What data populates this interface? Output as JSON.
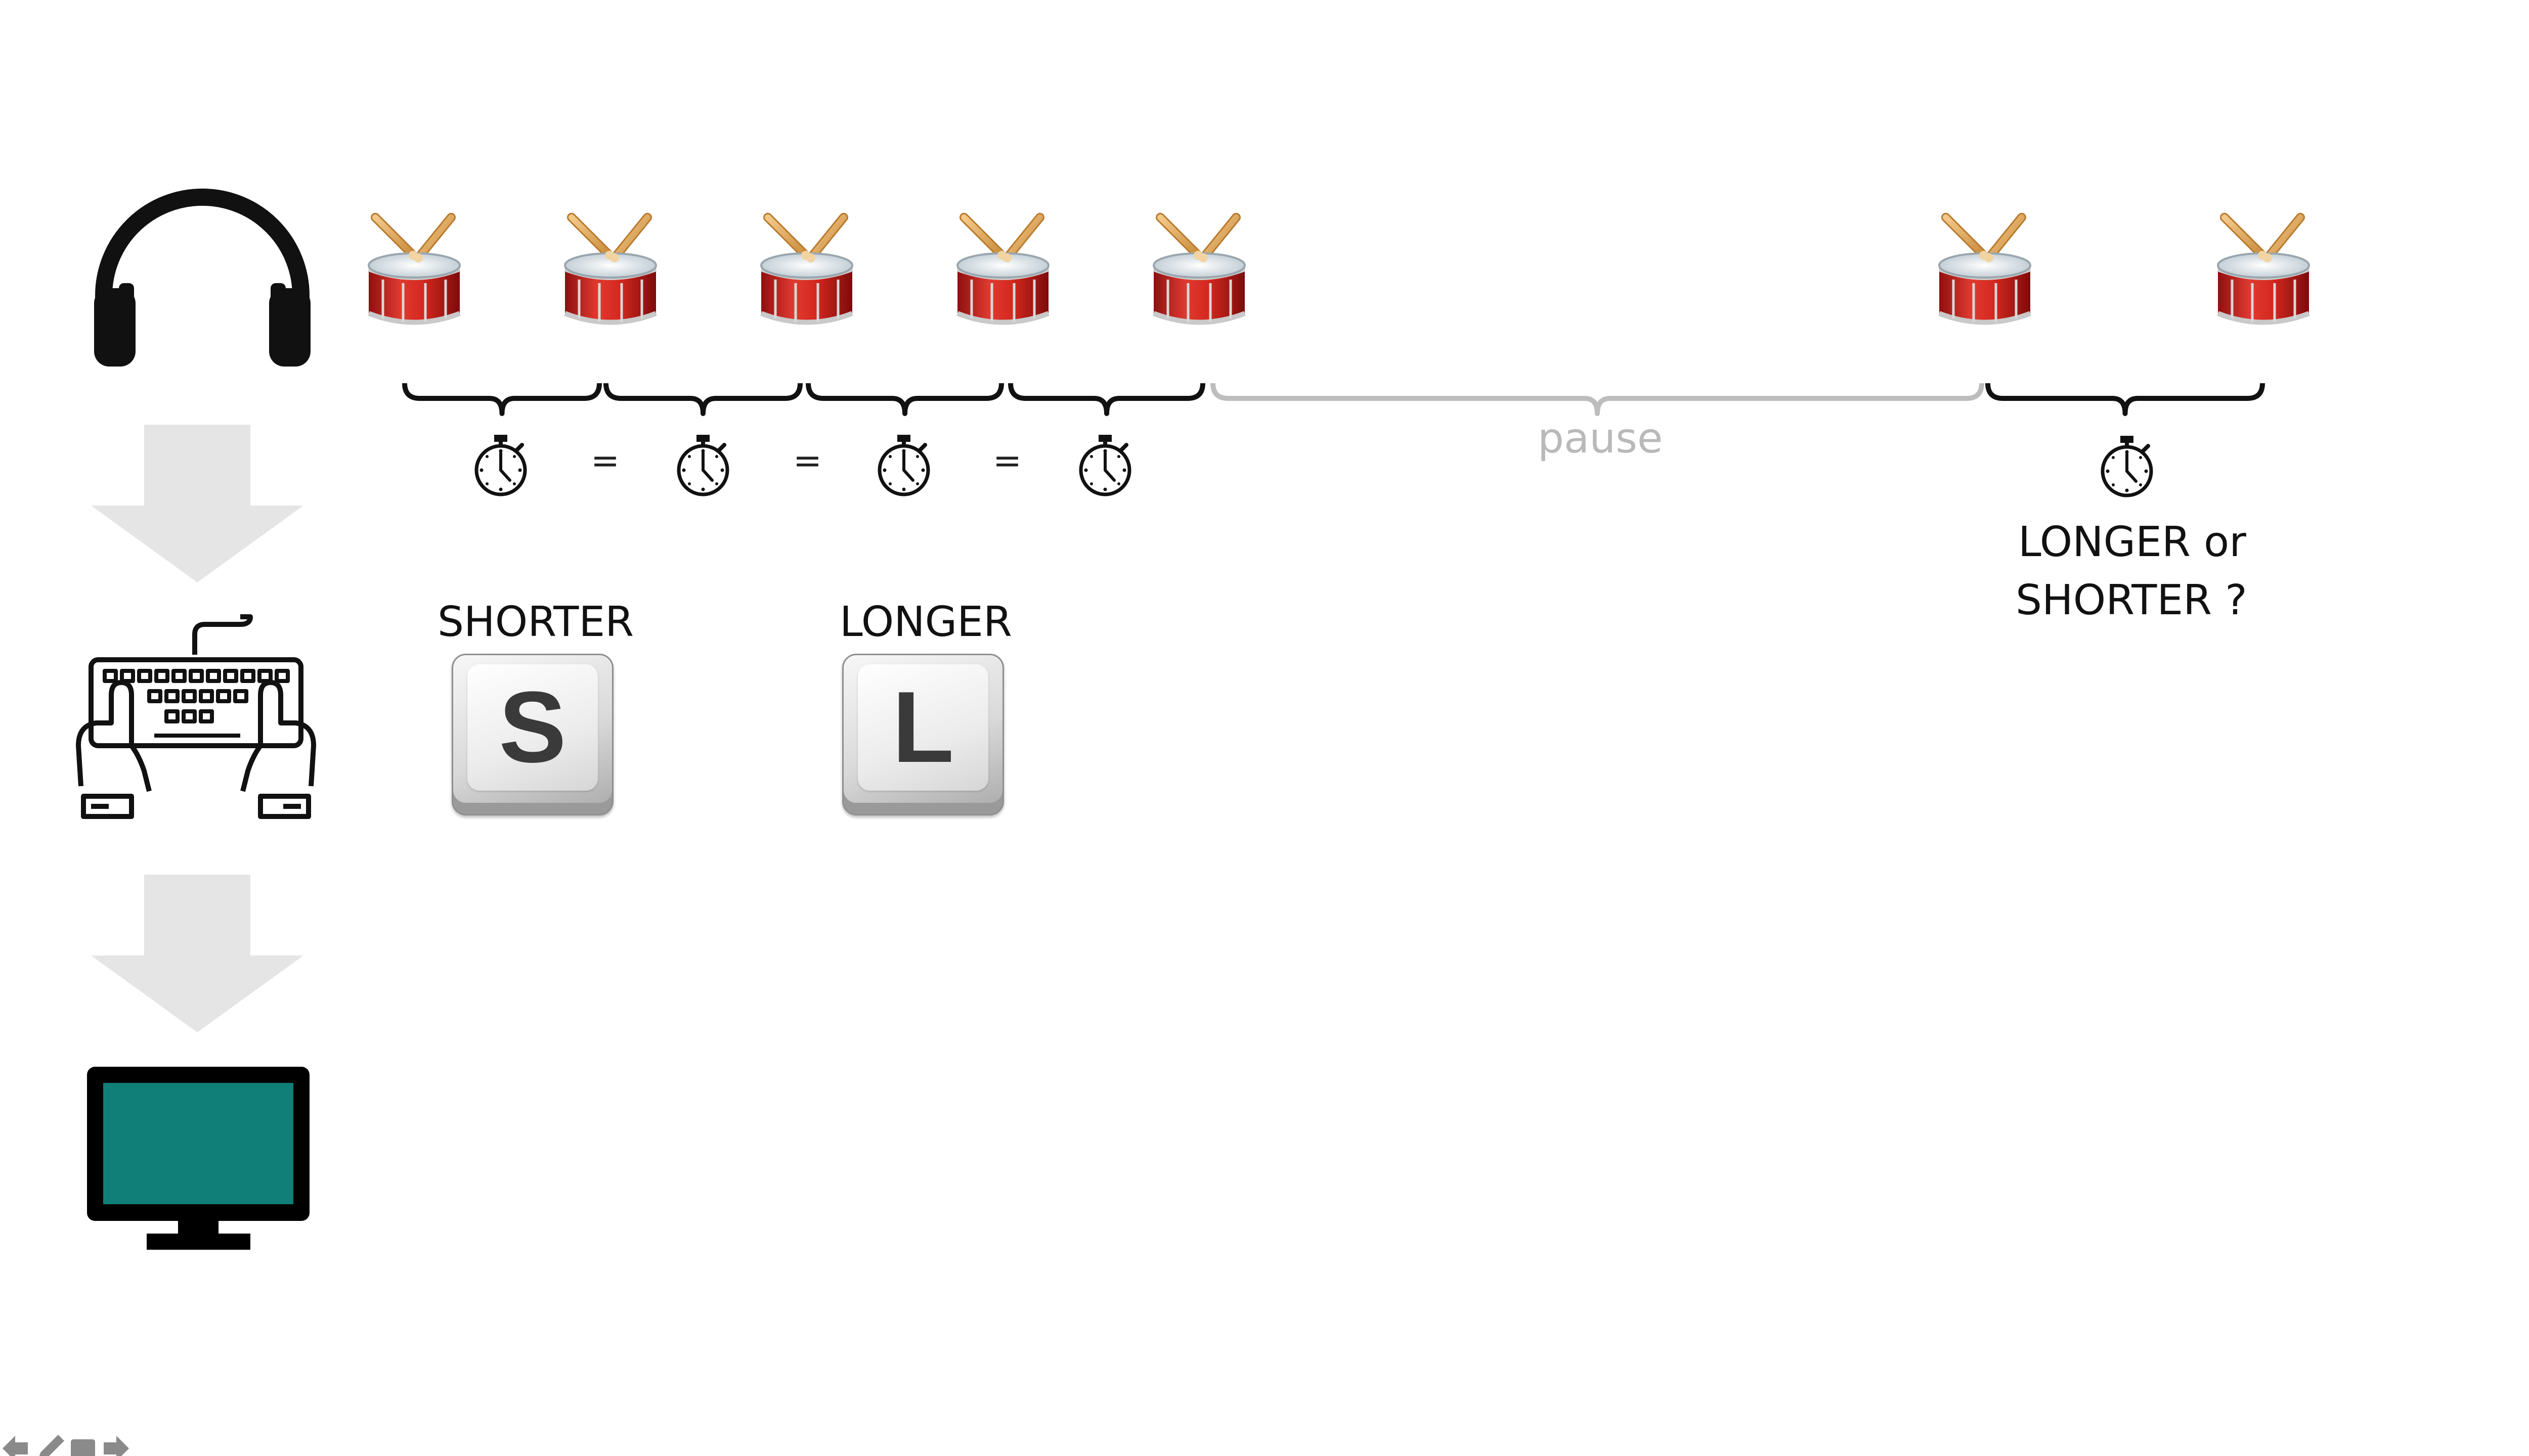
{
  "slide": {
    "pause_label": "pause",
    "equals": [
      "=",
      "=",
      "="
    ],
    "question_line1": "LONGER or",
    "question_line2": "SHORTER ?",
    "shorter_label": "SHORTER",
    "longer_label": "LONGER",
    "key_s": "S",
    "key_l": "L"
  },
  "icons": {
    "flow": [
      "headphones-icon",
      "arrow-down-icon",
      "keyboard-hands-icon",
      "arrow-down-icon",
      "monitor-icon"
    ],
    "beat": "drum-icon",
    "interval": "stopwatch-icon",
    "navigation": [
      "back-arrow-icon",
      "pen-icon",
      "slide-menu-icon",
      "forward-arrow-icon"
    ]
  },
  "colors": {
    "drum_red": "#d32f2f",
    "bracket": "#111111",
    "pause_gray": "#bdbdbd",
    "arrow_gray": "#e5e5e5",
    "monitor_screen": "#0f7f78"
  }
}
